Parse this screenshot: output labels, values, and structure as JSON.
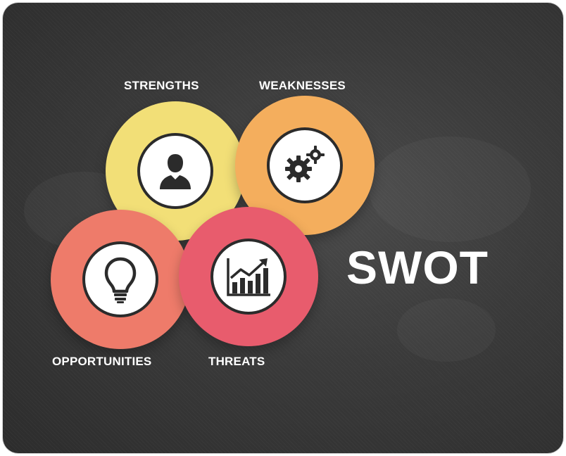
{
  "title": "SWOT",
  "items": [
    {
      "label": "STRENGTHS",
      "icon": "person-icon",
      "color": "#f2df77"
    },
    {
      "label": "WEAKNESSES",
      "icon": "gears-icon",
      "color": "#f4ae5d"
    },
    {
      "label": "OPPORTUNITIES",
      "icon": "lightbulb-icon",
      "color": "#ee7b6a"
    },
    {
      "label": "THREATS",
      "icon": "growth-chart-icon",
      "color": "#e85c6d"
    }
  ],
  "colors": {
    "background": "#3a3a3a",
    "icon": "#2b2b2b",
    "text": "#ffffff"
  }
}
